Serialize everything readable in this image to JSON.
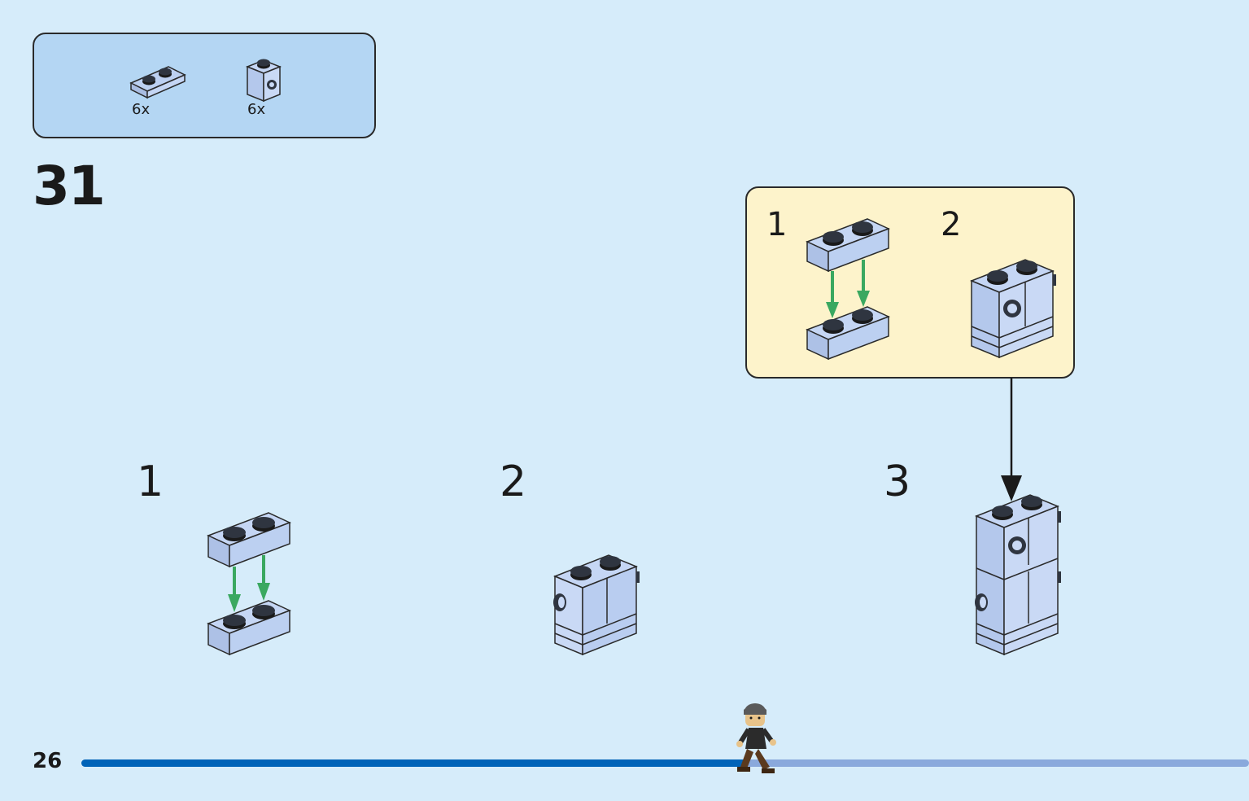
{
  "page_number": "26",
  "step_number": "31",
  "parts_list": [
    {
      "name": "plate-1x2",
      "quantity": "6x"
    },
    {
      "name": "brick-1x1-with-side-stud",
      "quantity": "6x"
    }
  ],
  "callout": {
    "sub_steps": [
      "1",
      "2"
    ]
  },
  "sub_steps": [
    "1",
    "2",
    "3"
  ],
  "progress": {
    "fraction": 0.57
  },
  "colors": {
    "background": "#d6ecfa",
    "parts_box": "#b4d6f3",
    "callout": "#fdf3cb",
    "brick": "#b9cdf0",
    "arrow": "#3aa860",
    "progress_fill": "#0063b8",
    "progress_track": "#8aa9dc"
  }
}
